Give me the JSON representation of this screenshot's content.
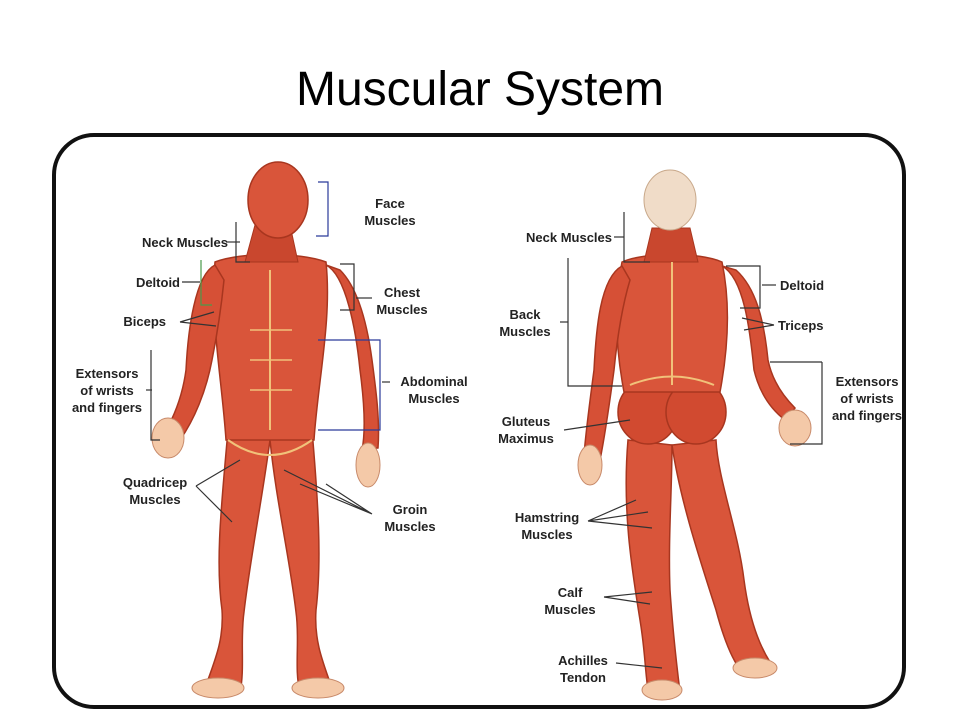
{
  "title": "Muscular System",
  "front": {
    "face": "Face\nMuscles",
    "neck": "Neck Muscles",
    "deltoid": "Deltoid",
    "biceps": "Biceps",
    "chest": "Chest\nMuscles",
    "extensors": "Extensors\nof wrists\nand fingers",
    "abdominal": "Abdominal\nMuscles",
    "quadricep": "Quadricep\nMuscles",
    "groin": "Groin\nMuscles"
  },
  "back": {
    "neck": "Neck Muscles",
    "deltoid": "Deltoid",
    "back": "Back\nMuscles",
    "triceps": "Triceps",
    "extensors": "Extensors\nof wrists\nand fingers",
    "gluteus": "Gluteus\nMaximus",
    "hamstring": "Hamstring\nMuscles",
    "calf": "Calf\nMuscles",
    "achilles": "Achilles\nTendon"
  },
  "colors": {
    "muscle": "#d9553a",
    "muscle_dark": "#b23a22",
    "tendon": "#f1c27a",
    "skin": "#f4c9a8"
  }
}
